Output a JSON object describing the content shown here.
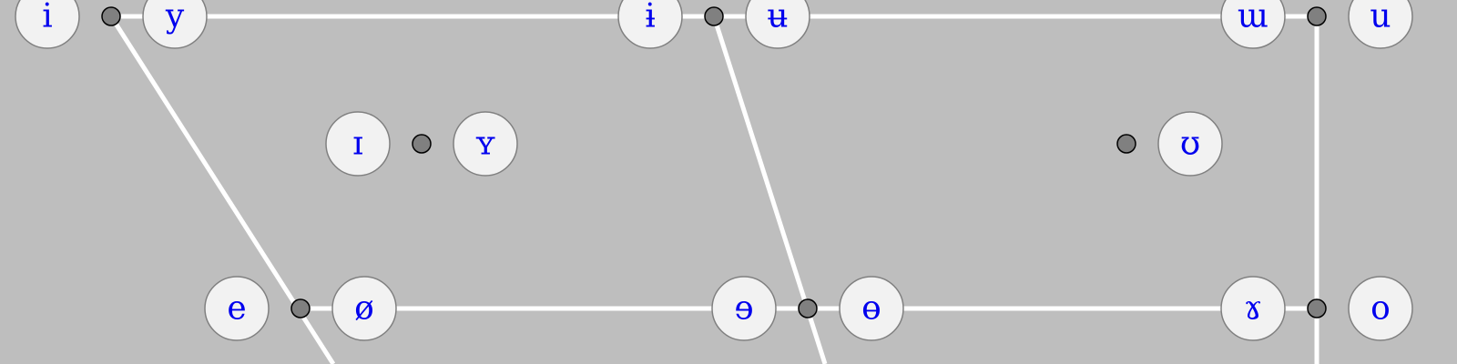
{
  "chart_data": {
    "type": "diagram",
    "vowels": [
      {
        "symbol": "i",
        "height": "close",
        "backness": "front",
        "rounded": false
      },
      {
        "symbol": "y",
        "height": "close",
        "backness": "front",
        "rounded": true
      },
      {
        "symbol": "ɨ",
        "height": "close",
        "backness": "central",
        "rounded": false
      },
      {
        "symbol": "ʉ",
        "height": "close",
        "backness": "central",
        "rounded": true
      },
      {
        "symbol": "ɯ",
        "height": "close",
        "backness": "back",
        "rounded": false
      },
      {
        "symbol": "u",
        "height": "close",
        "backness": "back",
        "rounded": true
      },
      {
        "symbol": "ɪ",
        "height": "near-close",
        "backness": "near-front",
        "rounded": false
      },
      {
        "symbol": "ʏ",
        "height": "near-close",
        "backness": "near-front",
        "rounded": true
      },
      {
        "symbol": "ʊ",
        "height": "near-close",
        "backness": "near-back",
        "rounded": true
      },
      {
        "symbol": "e",
        "height": "close-mid",
        "backness": "front",
        "rounded": false
      },
      {
        "symbol": "ø",
        "height": "close-mid",
        "backness": "front",
        "rounded": true
      },
      {
        "symbol": "ɘ",
        "height": "close-mid",
        "backness": "central",
        "rounded": false
      },
      {
        "symbol": "ɵ",
        "height": "close-mid",
        "backness": "central",
        "rounded": true
      },
      {
        "symbol": "ɤ",
        "height": "close-mid",
        "backness": "back",
        "rounded": false
      },
      {
        "symbol": "o",
        "height": "close-mid",
        "backness": "back",
        "rounded": true
      }
    ]
  },
  "colors": {
    "background": "#bebebe",
    "lines": "#ffffff",
    "bubble_fill": "#f2f2f2",
    "bubble_stroke": "#808080",
    "dot_fill": "#808080",
    "dot_stroke": "#000000",
    "text": "#0000ee"
  }
}
